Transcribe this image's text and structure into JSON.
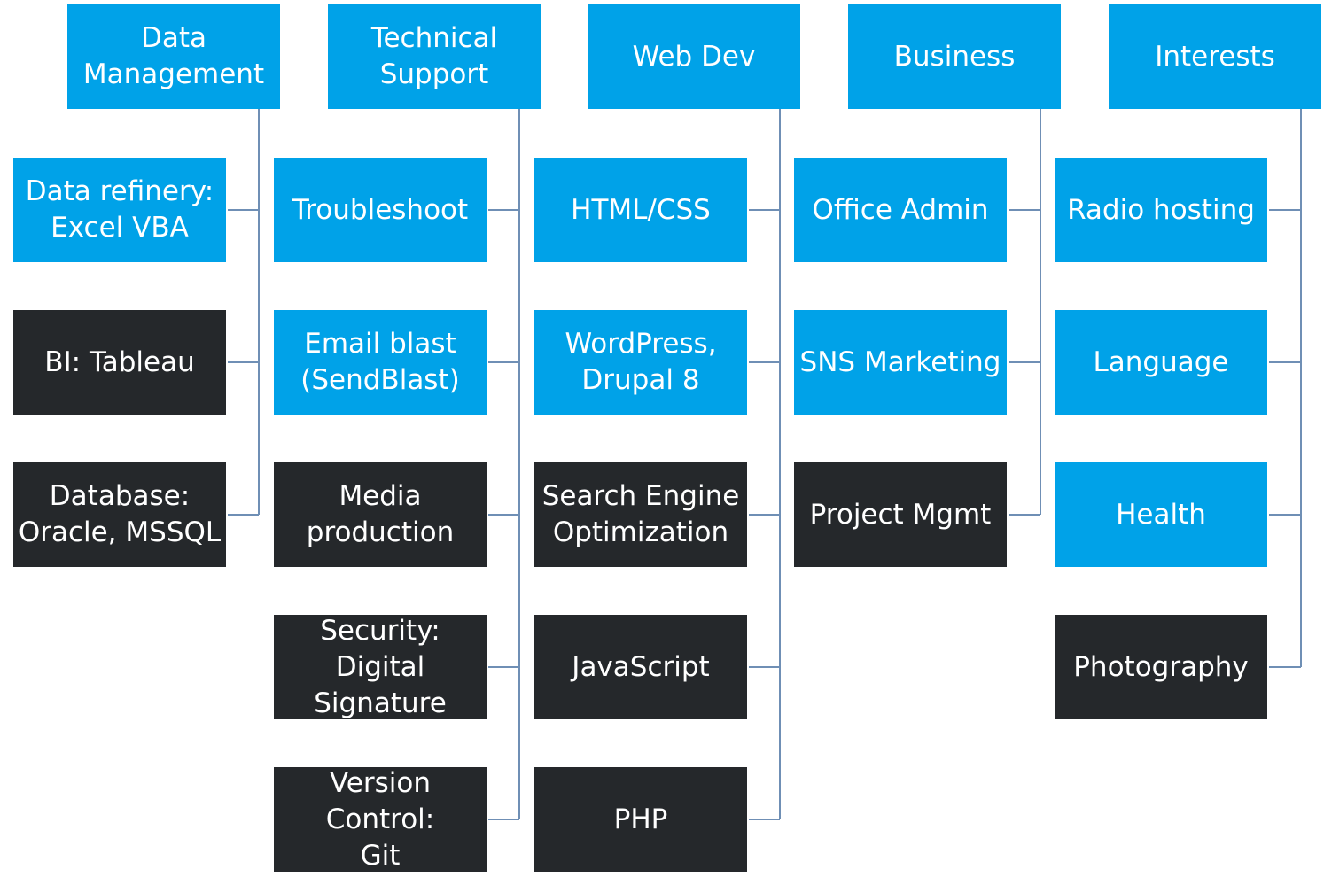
{
  "colors": {
    "accent": "#00A2E8",
    "dark": "#25282B",
    "connector": "#6F8FB5"
  },
  "columns": [
    {
      "header": "Data\nManagement",
      "items": [
        {
          "label": "Data refinery:\nExcel VBA",
          "style": "accent"
        },
        {
          "label": "BI: Tableau",
          "style": "dark"
        },
        {
          "label": "Database:\nOracle, MSSQL",
          "style": "dark"
        }
      ]
    },
    {
      "header": "Technical\nSupport",
      "items": [
        {
          "label": "Troubleshoot",
          "style": "accent"
        },
        {
          "label": "Email blast\n(SendBlast)",
          "style": "accent"
        },
        {
          "label": "Media\nproduction",
          "style": "dark"
        },
        {
          "label": "Security: Digital\nSignature",
          "style": "dark"
        },
        {
          "label": "Version Control:\nGit",
          "style": "dark"
        }
      ]
    },
    {
      "header": "Web Dev",
      "items": [
        {
          "label": "HTML/CSS",
          "style": "accent"
        },
        {
          "label": "WordPress,\nDrupal 8",
          "style": "accent"
        },
        {
          "label": "Search Engine\nOptimization",
          "style": "dark"
        },
        {
          "label": "JavaScript",
          "style": "dark"
        },
        {
          "label": "PHP",
          "style": "dark"
        }
      ]
    },
    {
      "header": "Business",
      "items": [
        {
          "label": "Office Admin",
          "style": "accent"
        },
        {
          "label": "SNS Marketing",
          "style": "accent"
        },
        {
          "label": "Project Mgmt",
          "style": "dark"
        }
      ]
    },
    {
      "header": "Interests",
      "items": [
        {
          "label": "Radio hosting",
          "style": "accent"
        },
        {
          "label": "Language",
          "style": "accent"
        },
        {
          "label": "Health",
          "style": "accent"
        },
        {
          "label": "Photography",
          "style": "dark"
        }
      ]
    }
  ]
}
